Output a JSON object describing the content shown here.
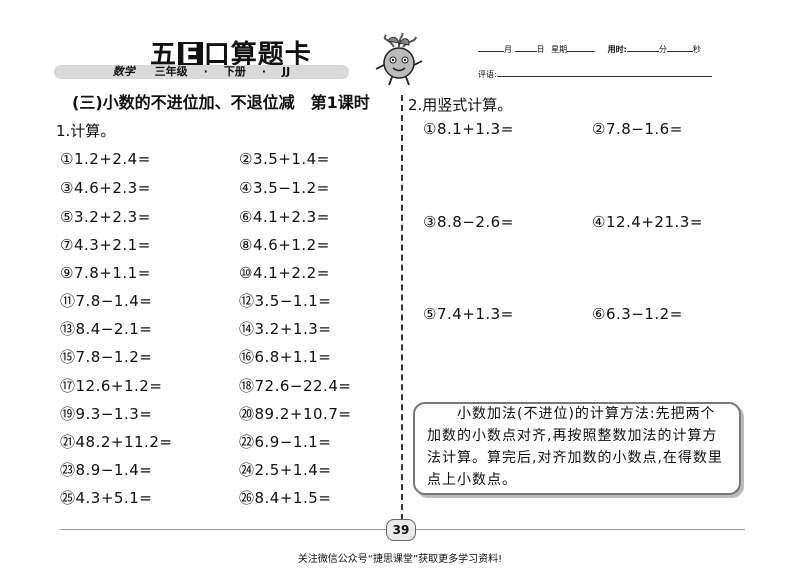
{
  "header": {
    "title_pre": "五",
    "title_e": "E",
    "title_post": "口算题卡",
    "subject": "数学",
    "grade": "三年级",
    "volume": "下册",
    "edition": "JJ",
    "dot": "·",
    "date_month": "月",
    "date_day": "日",
    "date_weekday": "星期",
    "time_label": "用时:",
    "time_min": "分",
    "time_sec": "秒",
    "review_label": "评语:"
  },
  "section_title": "(三)小数的不进位加、不退位减　第1课时",
  "q1": {
    "heading": "1.计算。",
    "problems": [
      "①1.2+2.4=",
      "②3.5+1.4=",
      "③4.6+2.3=",
      "④3.5−1.2=",
      "⑤3.2+2.3=",
      "⑥4.1+2.3=",
      "⑦4.3+2.1=",
      "⑧4.6+1.2=",
      "⑨7.8+1.1=",
      "⑩4.1+2.2=",
      "⑪7.8−1.4=",
      "⑫3.5−1.1=",
      "⑬8.4−2.1=",
      "⑭3.2+1.3=",
      "⑮7.8−1.2=",
      "⑯6.8+1.1=",
      "⑰12.6+1.2=",
      "⑱72.6−22.4=",
      "⑲9.3−1.3=",
      "⑳89.2+10.7=",
      "㉑48.2+11.2=",
      "㉒6.9−1.1=",
      "㉓8.9−1.4=",
      "㉔2.5+1.4=",
      "㉕4.3+5.1=",
      "㉖8.4+1.5="
    ]
  },
  "q2": {
    "heading": "2.用竖式计算。",
    "problems": [
      "①8.1+1.3=",
      "②7.8−1.6=",
      "③8.8−2.6=",
      "④12.4+21.3=",
      "⑤7.4+1.3=",
      "⑥6.3−1.2="
    ]
  },
  "tip": "小数加法(不进位)的计算方法:先把两个加数的小数点对齐,再按照整数加法的计算方法计算。算完后,对齐加数的小数点,在得数里点上小数点。",
  "page_number": "39",
  "footer": "关注微信公众号“捷思课堂”获取更多学习资料!"
}
